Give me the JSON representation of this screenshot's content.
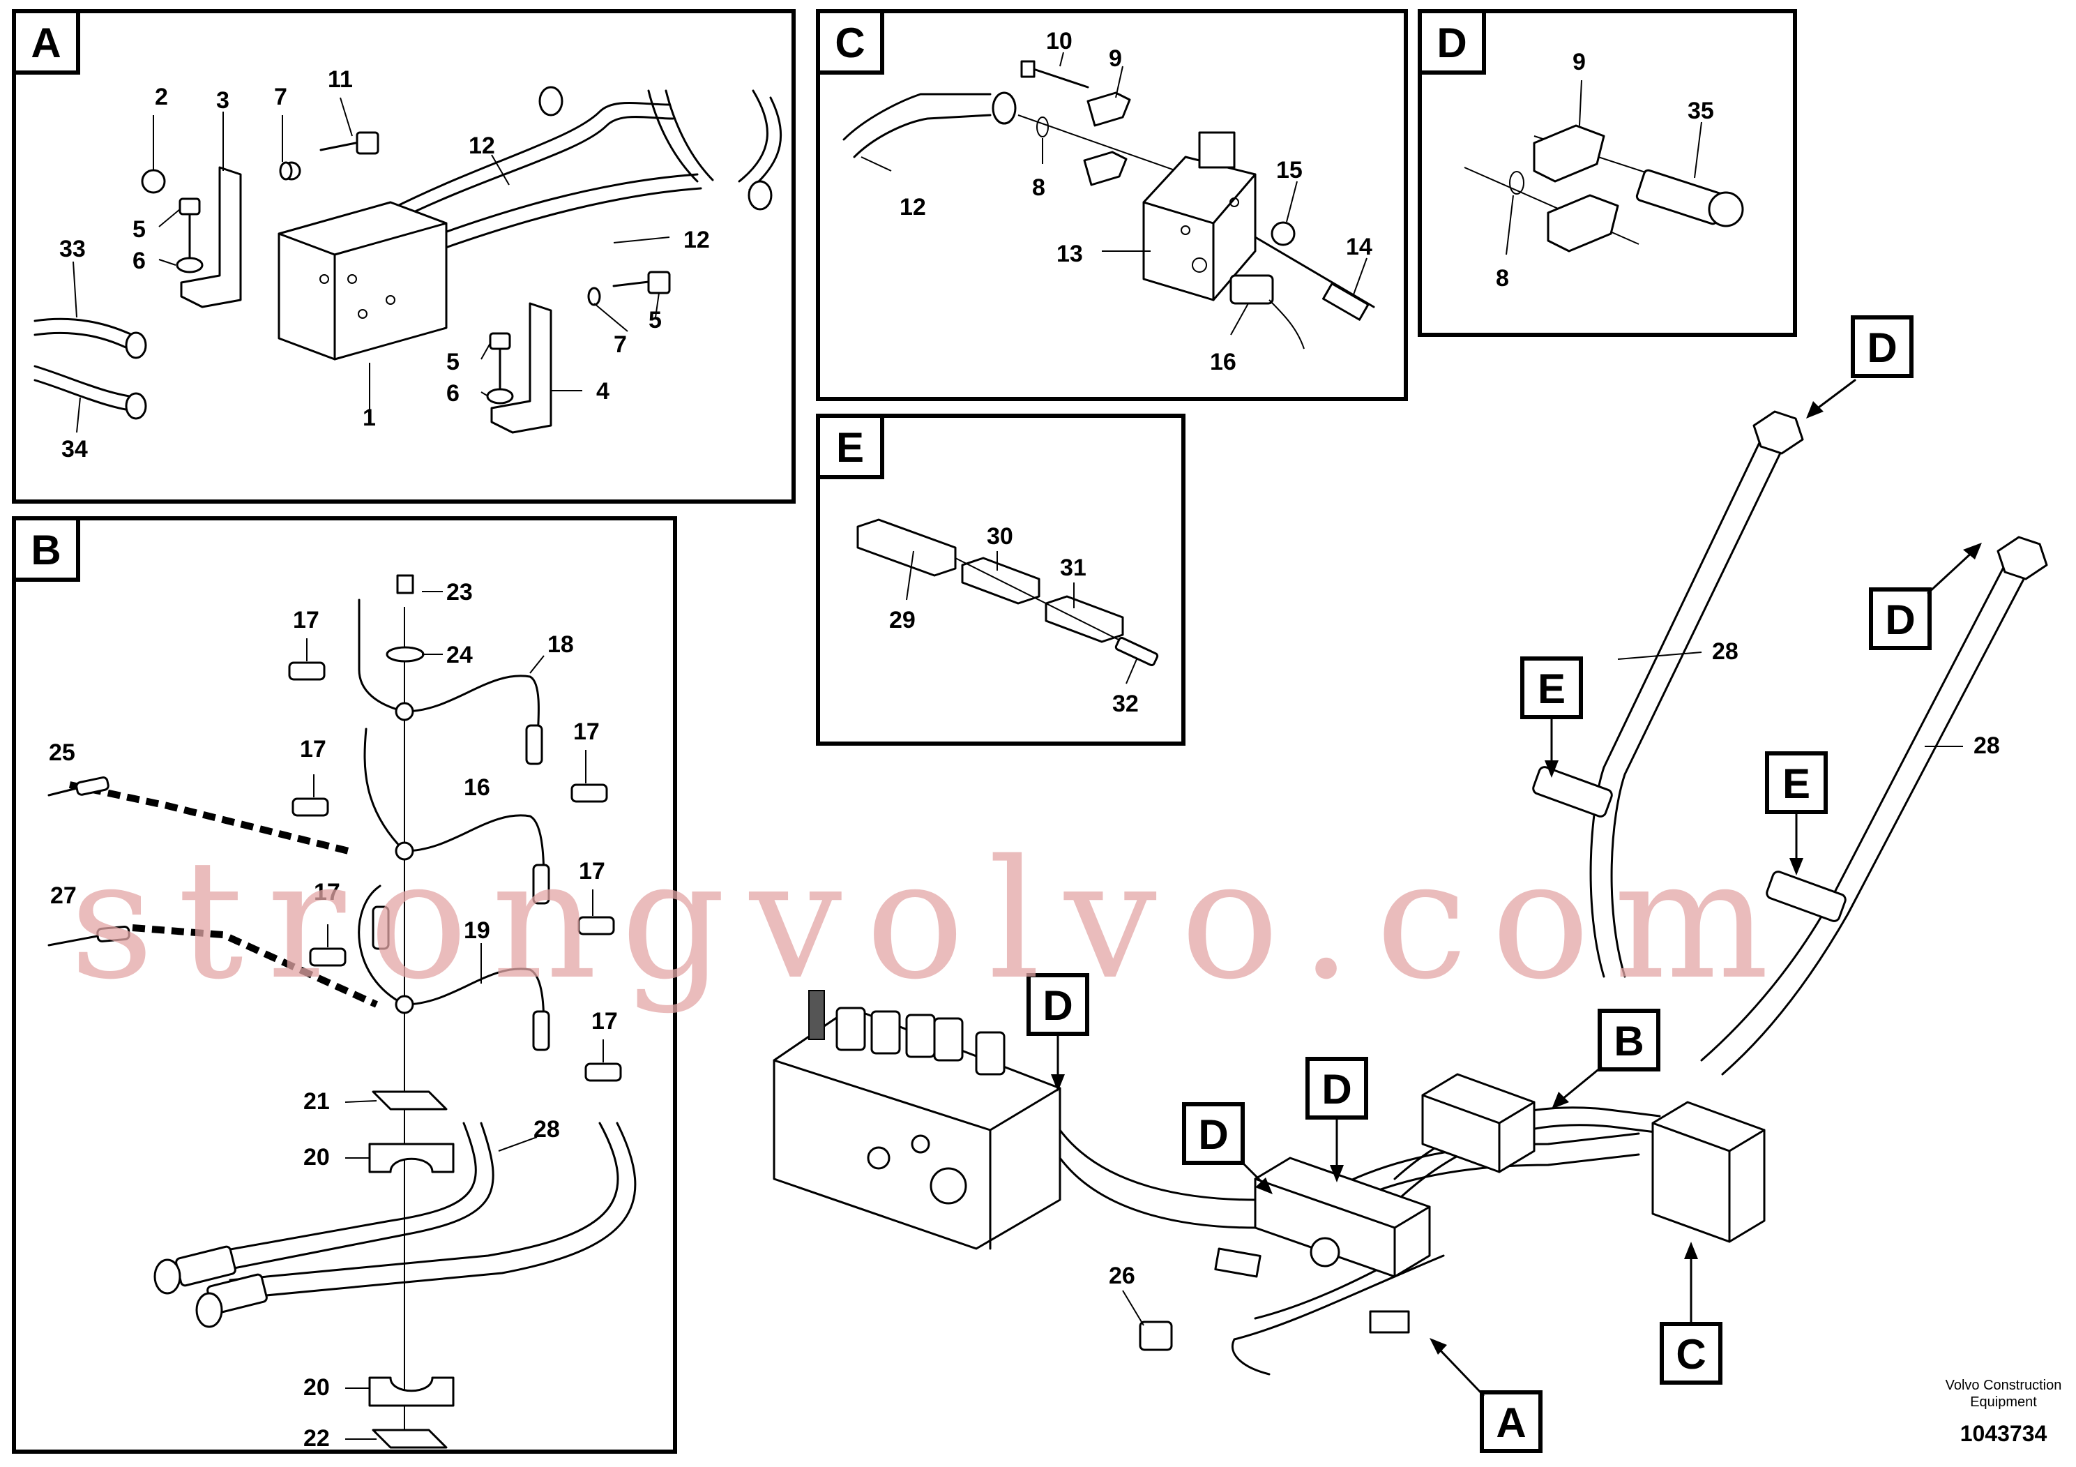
{
  "panels": {
    "A": {
      "label": "A",
      "callouts": [
        "2",
        "3",
        "7",
        "11",
        "12",
        "5",
        "6",
        "12",
        "33",
        "1",
        "5",
        "5",
        "6",
        "7",
        "4",
        "34"
      ]
    },
    "B": {
      "label": "B",
      "callouts": [
        "23",
        "17",
        "24",
        "18",
        "25",
        "17",
        "17",
        "16",
        "27",
        "17",
        "17",
        "19",
        "17",
        "21",
        "28",
        "20",
        "20",
        "22"
      ]
    },
    "C": {
      "label": "C",
      "callouts": [
        "10",
        "9",
        "8",
        "12",
        "15",
        "13",
        "14",
        "16"
      ]
    },
    "D": {
      "label": "D",
      "callouts": [
        "9",
        "35",
        "8"
      ]
    },
    "E": {
      "label": "E",
      "callouts": [
        "30",
        "31",
        "29",
        "32"
      ]
    }
  },
  "overview": {
    "callouts": [
      "28",
      "28",
      "26"
    ],
    "pointers": [
      "D",
      "D",
      "E",
      "E",
      "D",
      "D",
      "D",
      "B",
      "C",
      "A"
    ]
  },
  "watermark": "strongvolvo.com",
  "footer": {
    "company": "Volvo Construction",
    "company_line2": "Equipment",
    "doc_number": "1043734"
  }
}
